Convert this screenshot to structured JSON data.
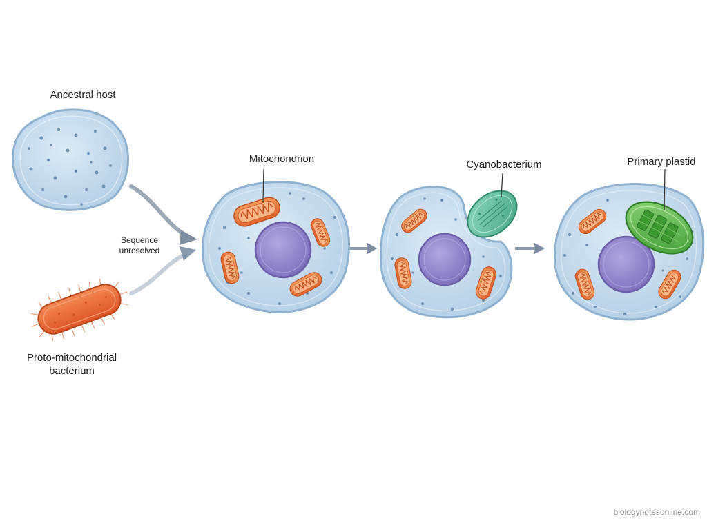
{
  "labels": {
    "ancestral_host": "Ancestral host",
    "mitochondrion": "Mitochondrion",
    "cyanobacterium": "Cyanobacterium",
    "primary_plastid": "Primary plastid",
    "sequence_line1": "Sequence",
    "sequence_line2": "unresolved",
    "bacterium_line1": "Proto-mitochondrial",
    "bacterium_line2": "bacterium"
  },
  "credit": "biologynotesonline.com",
  "colors": {
    "cell_fill": "#c6dcec",
    "cell_membrane": "#8fb0cf",
    "nucleus": "#8f80c8",
    "mitochondria": "#ec7a3c",
    "cyanobacterium": "#6cc2a6",
    "plastid": "#5fb84a",
    "bacterium": "#ea6232",
    "arrow": "#8a99ad"
  }
}
